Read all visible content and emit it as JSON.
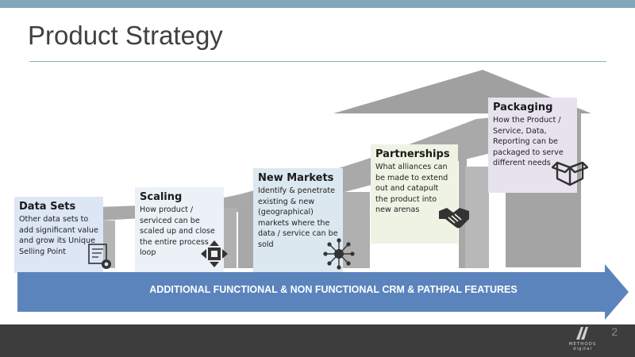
{
  "slide": {
    "title": "Product Strategy",
    "page_number": "2"
  },
  "cards": [
    {
      "title": "Data Sets",
      "desc": "Other data sets to add significant value and grow its Unique Selling Point",
      "icon": "data-gear-icon",
      "color": "#dce6f5"
    },
    {
      "title": "Scaling",
      "desc": "How product / serviced can be scaled up and close the entire process loop",
      "icon": "expand-arrows-icon",
      "color": "#ecf1f8"
    },
    {
      "title": "New Markets",
      "desc": "Identify & penetrate existing & new (geographical) markets where the data / service can be sold",
      "icon": "network-hub-icon",
      "color": "#dce8ef"
    },
    {
      "title": "Partnerships",
      "desc": "What alliances can be made to extend out and catapult the product into new arenas",
      "icon": "handshake-icon",
      "color": "#eef3e4"
    },
    {
      "title": "Packaging",
      "desc": "How the Product / Service, Data, Reporting can be packaged to serve different needs",
      "icon": "open-box-icon",
      "color": "#e7e3ee"
    }
  ],
  "banner": {
    "text": "ADDITIONAL FUNCTIONAL & NON FUNCTIONAL CRM & PATHPAL FEATURES",
    "color": "#5b84bd"
  },
  "logo": {
    "line1": "METHODS",
    "line2": "digital"
  }
}
